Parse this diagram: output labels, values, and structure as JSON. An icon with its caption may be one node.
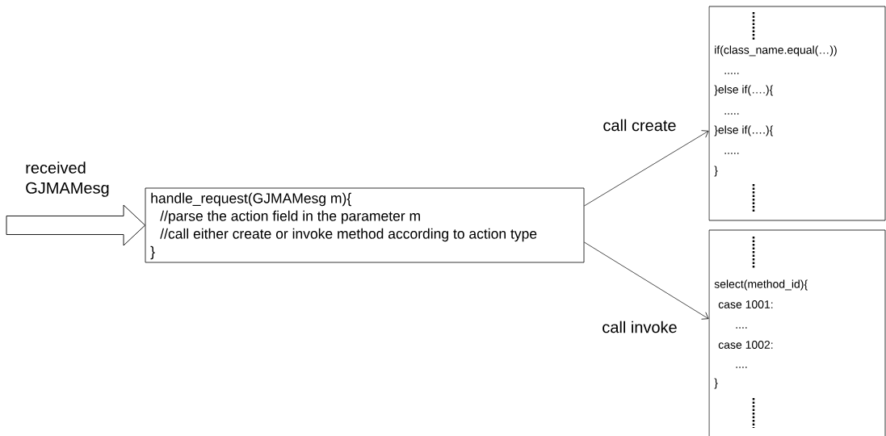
{
  "diagram": {
    "nodes": [
      {
        "text": [
          "handle_request(GJMAMesg m){",
          "//parse the action field in the parameter m",
          "//call either create or invoke method according to action type",
          "}"
        ]
      },
      {
        "text": [
          "if(class_name.equal(…))",
          ".....",
          "}else if(….){",
          ".....",
          "}else if(….){",
          ".....",
          "}"
        ]
      },
      {
        "text": [
          "select(method_id){",
          "case 1001:",
          "....",
          "case 1002:",
          "....",
          "}"
        ]
      }
    ],
    "edges": [
      {
        "from": null,
        "to": 0,
        "arrow": "to",
        "label": "received GJMAMesg"
      },
      {
        "from": 0,
        "to": 1,
        "arrow": "to",
        "label": "call create"
      },
      {
        "from": 0,
        "to": 2,
        "arrow": "to",
        "label": "call invoke"
      }
    ]
  }
}
